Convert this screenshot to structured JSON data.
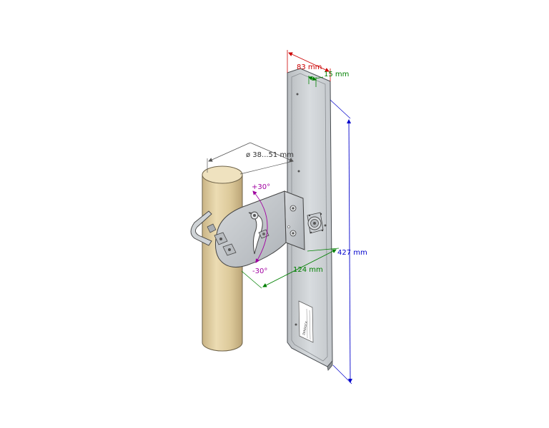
{
  "dimensions": {
    "width": "83 mm",
    "depth": "15 mm",
    "pipe_diameter": "ø 38...51 mm",
    "tilt_up": "+30°",
    "tilt_down": "-30°",
    "mount_offset": "124 mm",
    "height": "427 mm"
  },
  "colors": {
    "width": "#cc0000",
    "depth": "#008000",
    "pipe_diameter": "#555555",
    "tilt": "#a000a0",
    "mount_offset": "#008000",
    "height": "#0000cc",
    "pipe": "#dcc99a",
    "panel": "#cfd3d6",
    "bracket": "#c4c8cc"
  },
  "product_label": {
    "brand": "ZENDOCK"
  }
}
